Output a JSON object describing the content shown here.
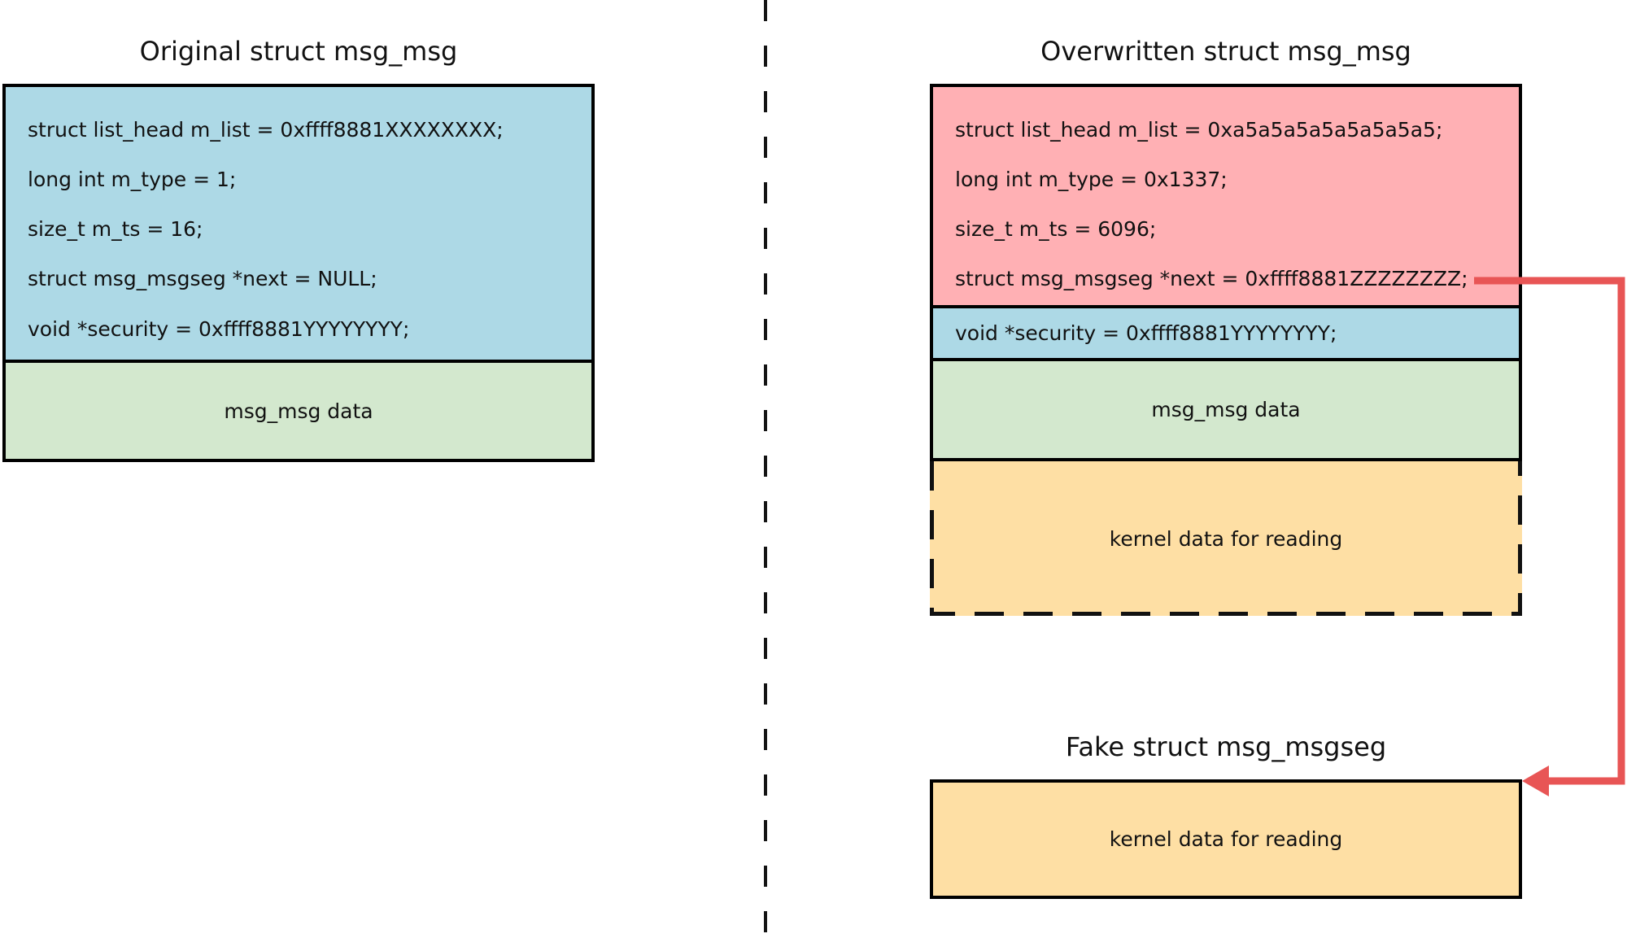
{
  "left": {
    "title": "Original struct msg_msg",
    "fields": [
      "struct list_head m_list = 0xffff8881XXXXXXXX;",
      "long int m_type = 1;",
      "size_t m_ts = 16;",
      "struct msg_msgseg *next = NULL;",
      "void *security = 0xffff8881YYYYYYYY;"
    ],
    "data_label": "msg_msg data"
  },
  "right": {
    "title": "Overwritten struct msg_msg",
    "overwritten_fields": [
      "struct list_head m_list = 0xa5a5a5a5a5a5a5a5;",
      "long int m_type = 0x1337;",
      "size_t m_ts = 6096;",
      "struct msg_msgseg *next = 0xffff8881ZZZZZZZZ;"
    ],
    "security_field": "void *security = 0xffff8881YYYYYYYY;",
    "data_label": "msg_msg data",
    "kernel_label": "kernel data for reading"
  },
  "fake": {
    "title": "Fake struct msg_msgseg",
    "kernel_label": "kernel data for reading"
  },
  "colors": {
    "struct_header_blue": "#add9e6",
    "data_green": "#d3e8ce",
    "overwritten_pink": "#ffb0b4",
    "kernel_orange": "#fedfa4",
    "arrow_red": "#e85555",
    "border_black": "#000000",
    "background": "#ffffff"
  }
}
